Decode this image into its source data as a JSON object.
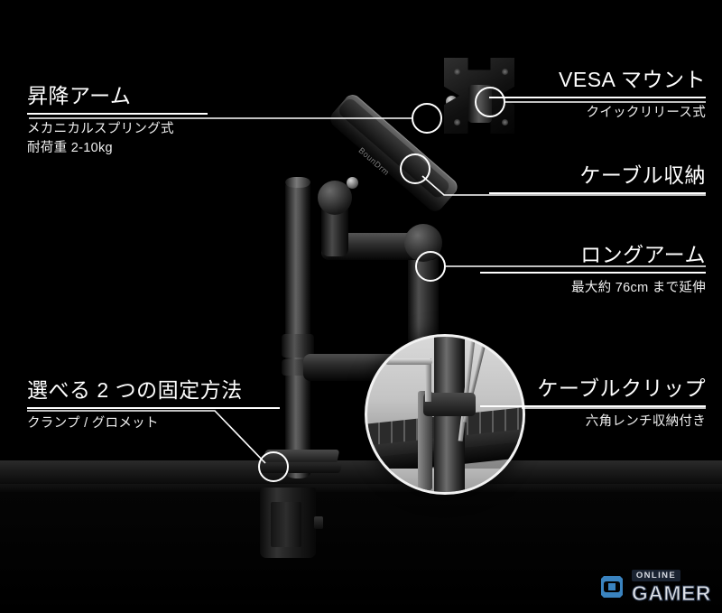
{
  "meta": {
    "alt": "monitor arm product infographic",
    "background_color": "#000000",
    "accent_color": "#ffffff",
    "watermark_color": "#3f8fd0"
  },
  "callouts": [
    {
      "id": "lifting-arm",
      "title": "昇降アーム",
      "subtitle_lines": [
        "メカニカルスプリング式",
        "耐荷重 2-10kg"
      ],
      "side": "left"
    },
    {
      "id": "vesa-mount",
      "title": "VESA マウント",
      "subtitle_lines": [
        "クイックリリース式"
      ],
      "side": "right"
    },
    {
      "id": "cable-storage",
      "title": "ケーブル収納",
      "subtitle_lines": [],
      "side": "right"
    },
    {
      "id": "long-arm",
      "title": "ロングアーム",
      "subtitle_lines": [
        "最大約 76cm まで延伸"
      ],
      "side": "right"
    },
    {
      "id": "cable-clip",
      "title": "ケーブルクリップ",
      "subtitle_lines": [
        "六角レンチ収納付き"
      ],
      "side": "right"
    },
    {
      "id": "mounting-methods",
      "title": "選べる 2 つの固定方法",
      "subtitle_lines": [
        "クランプ / グロメット"
      ],
      "side": "left"
    }
  ],
  "product": {
    "brand_text": "BounDrm"
  },
  "watermark": {
    "top_text": "ONLINE",
    "main_text": "GAMER",
    "icon": "hex-shield-icon"
  }
}
